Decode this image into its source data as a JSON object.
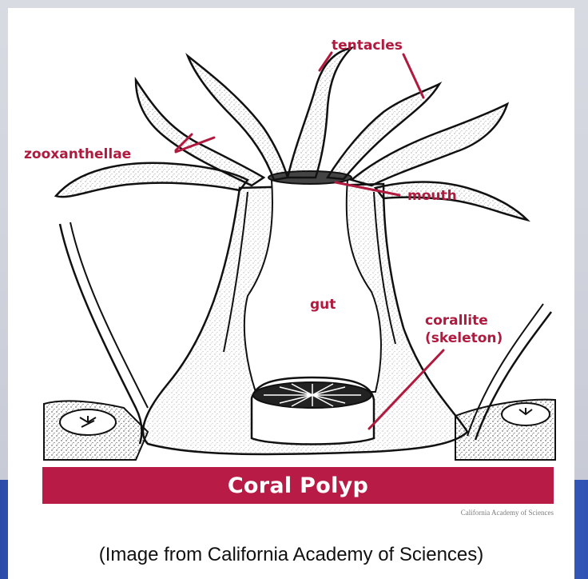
{
  "diagram": {
    "labels": {
      "tentacles": "tentacles",
      "zooxanthellae": "zooxanthellae",
      "mouth": "mouth",
      "gut": "gut",
      "corallite_line1": "corallite",
      "corallite_line2": "(skeleton)"
    },
    "title": "Coral Polyp",
    "credit": "California Academy of Sciences"
  },
  "caption": "(Image from California Academy of Sciences)",
  "colors": {
    "accent": "#b81b45",
    "label_color": "#b01a3f",
    "ink": "#111111"
  }
}
